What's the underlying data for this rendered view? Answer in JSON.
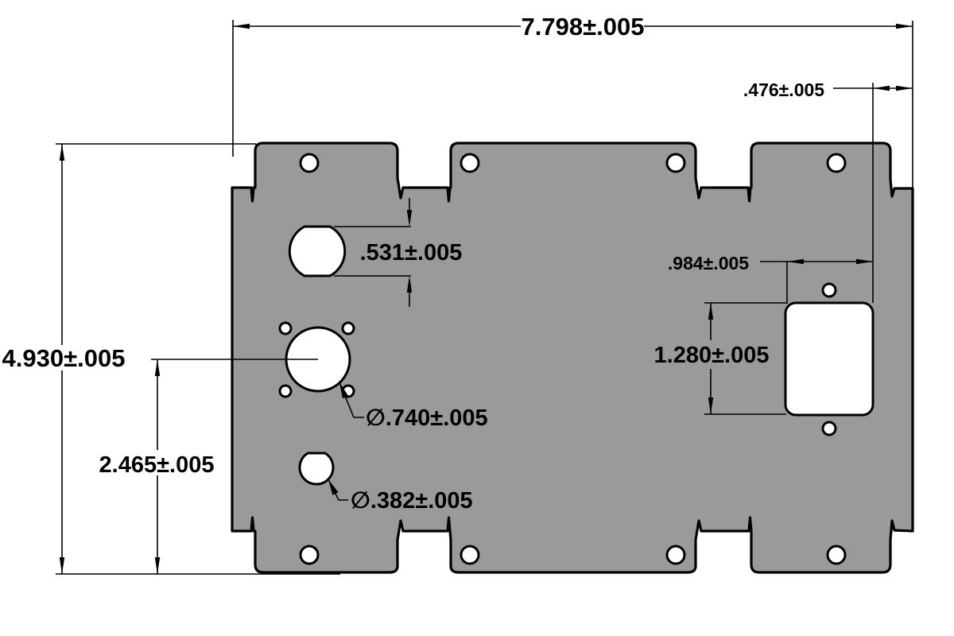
{
  "drawing": {
    "title": "plate-dimension-drawing",
    "colors": {
      "plate_fill": "#9a9a9a",
      "outline": "#000000",
      "background": "#ffffff",
      "hole_fill": "#ffffff"
    },
    "dimensions": {
      "overall_width": "7.798±.005",
      "edge_offset": ".476±.005",
      "overall_height": "4.930±.005",
      "center_height": "2.465±.005",
      "dd_hole_height": ".531±.005",
      "round_hole_dia": "∅.740±.005",
      "small_hole_dia": "∅.382±.005",
      "cutout_width": ".984±.005",
      "cutout_height": "1.280±.005"
    }
  }
}
